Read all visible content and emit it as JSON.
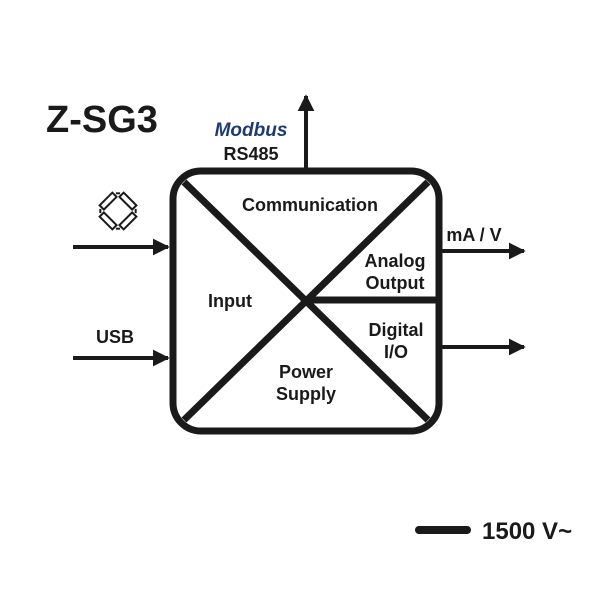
{
  "title": "Z-SG3",
  "communication": {
    "brand": "Modbus",
    "protocol": "RS485",
    "label": "Communication"
  },
  "input": {
    "label": "Input",
    "usb_label": "USB",
    "sensor_icon": "strain-gauge-bridge-icon"
  },
  "analog_output": {
    "line1": "Analog",
    "line2": "Output",
    "signal": "mA / V"
  },
  "digital_io": {
    "line1": "Digital",
    "line2": "I/O"
  },
  "power_supply": {
    "line1": "Power",
    "line2": "Supply"
  },
  "isolation": {
    "label": "1500 V~"
  },
  "colors": {
    "line": "#1a1a1a",
    "modbus_brand": "#1f3b73"
  }
}
